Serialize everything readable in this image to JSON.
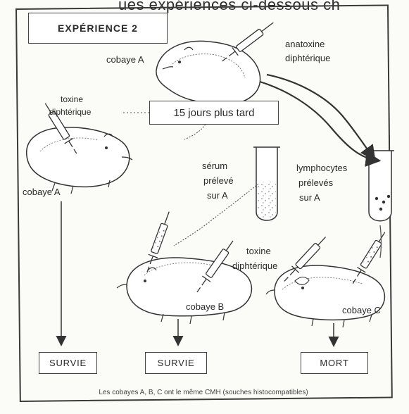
{
  "header_fragment": "ues expériences ci-dessous ch",
  "experiment": {
    "title": "EXPÉRIENCE 2",
    "timing": "15 jours plus tard",
    "footer": "Les cobayes A, B, C ont le même CMH (souches histocompatibles)"
  },
  "labels": {
    "cobaye_a_top": "cobaye A",
    "anatoxine": "anatoxine",
    "diphterique_top": "diphtérique",
    "toxine_left": "toxine",
    "diphterique_left": "diphtérique",
    "cobaye_a_left": "cobaye A",
    "serum": "sérum",
    "preleve": "prélevé",
    "sur_a": "sur A",
    "lymphocytes": "lymphocytes",
    "preleves": "prélevés",
    "sur_a_2": "sur A",
    "toxine_mid": "toxine",
    "diphterique_mid": "diphtérique",
    "cobaye_b": "cobaye B",
    "cobaye_c": "cobaye C"
  },
  "results": {
    "left": "SURVIE",
    "middle": "SURVIE",
    "right": "MORT"
  }
}
